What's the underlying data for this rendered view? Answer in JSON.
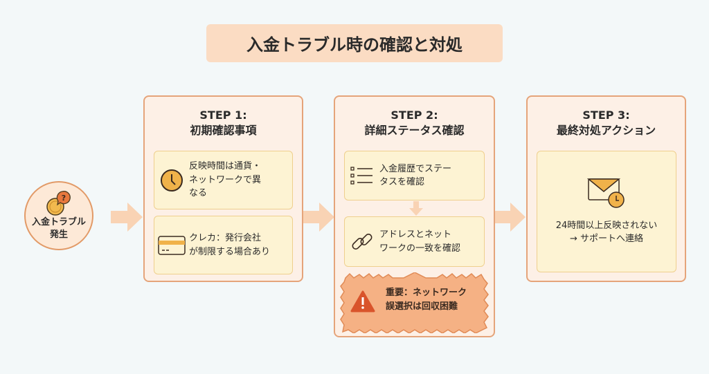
{
  "title": "入金トラブル時の確認と対処",
  "start": {
    "line1": "入金トラブル",
    "line2": "発生"
  },
  "steps": [
    {
      "label": "STEP 1:",
      "title": "初期確認事項",
      "items": [
        {
          "icon": "clock-icon",
          "lines": [
            "反映時間は通貨・",
            "ネットワークで異",
            "なる"
          ]
        },
        {
          "icon": "credit-card-icon",
          "lines": [
            "クレカ：発行会社",
            "が制限する場合あり"
          ]
        }
      ]
    },
    {
      "label": "STEP 2:",
      "title": "詳細ステータス確認",
      "items": [
        {
          "icon": "list-icon",
          "lines": [
            "入金履歴でステー",
            "タスを確認"
          ]
        },
        {
          "icon": "link-icon",
          "lines": [
            "アドレスとネット",
            "ワークの一致を確認"
          ]
        }
      ],
      "warning": {
        "icon": "warning-icon",
        "lines": [
          "重要：ネットワーク",
          "誤選択は回収困難"
        ]
      }
    },
    {
      "label": "STEP 3:",
      "title": "最終対処アクション",
      "items": [
        {
          "icon": "mail-clock-icon",
          "lines": [
            "24時間以上反映されない",
            "→ サポートへ連絡"
          ]
        }
      ]
    }
  ],
  "colors": {
    "background": "#f3f8f9",
    "accent": "#e5a47a",
    "card": "#fdf3d3",
    "warning": "#f5b184",
    "warning_icon": "#d9542b"
  }
}
